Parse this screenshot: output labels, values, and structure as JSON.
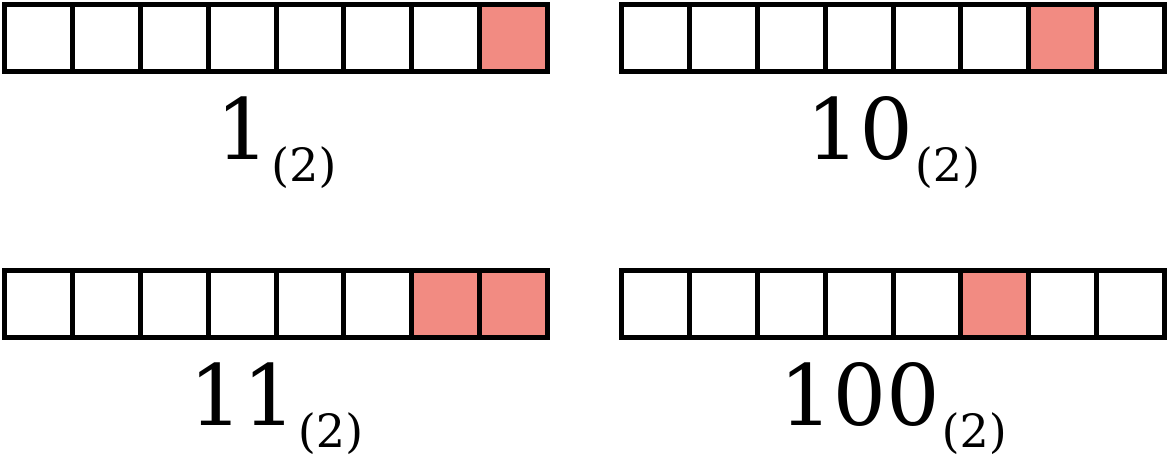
{
  "colors": {
    "on": "#f28b82",
    "off": "#ffffff",
    "border": "#000000"
  },
  "panels": [
    {
      "bits": [
        0,
        0,
        0,
        0,
        0,
        0,
        0,
        1
      ],
      "value": "1",
      "base": "(2)"
    },
    {
      "bits": [
        0,
        0,
        0,
        0,
        0,
        0,
        1,
        0
      ],
      "value": "10",
      "base": "(2)"
    },
    {
      "bits": [
        0,
        0,
        0,
        0,
        0,
        0,
        1,
        1
      ],
      "value": "11",
      "base": "(2)"
    },
    {
      "bits": [
        0,
        0,
        0,
        0,
        0,
        1,
        0,
        0
      ],
      "value": "100",
      "base": "(2)"
    }
  ]
}
